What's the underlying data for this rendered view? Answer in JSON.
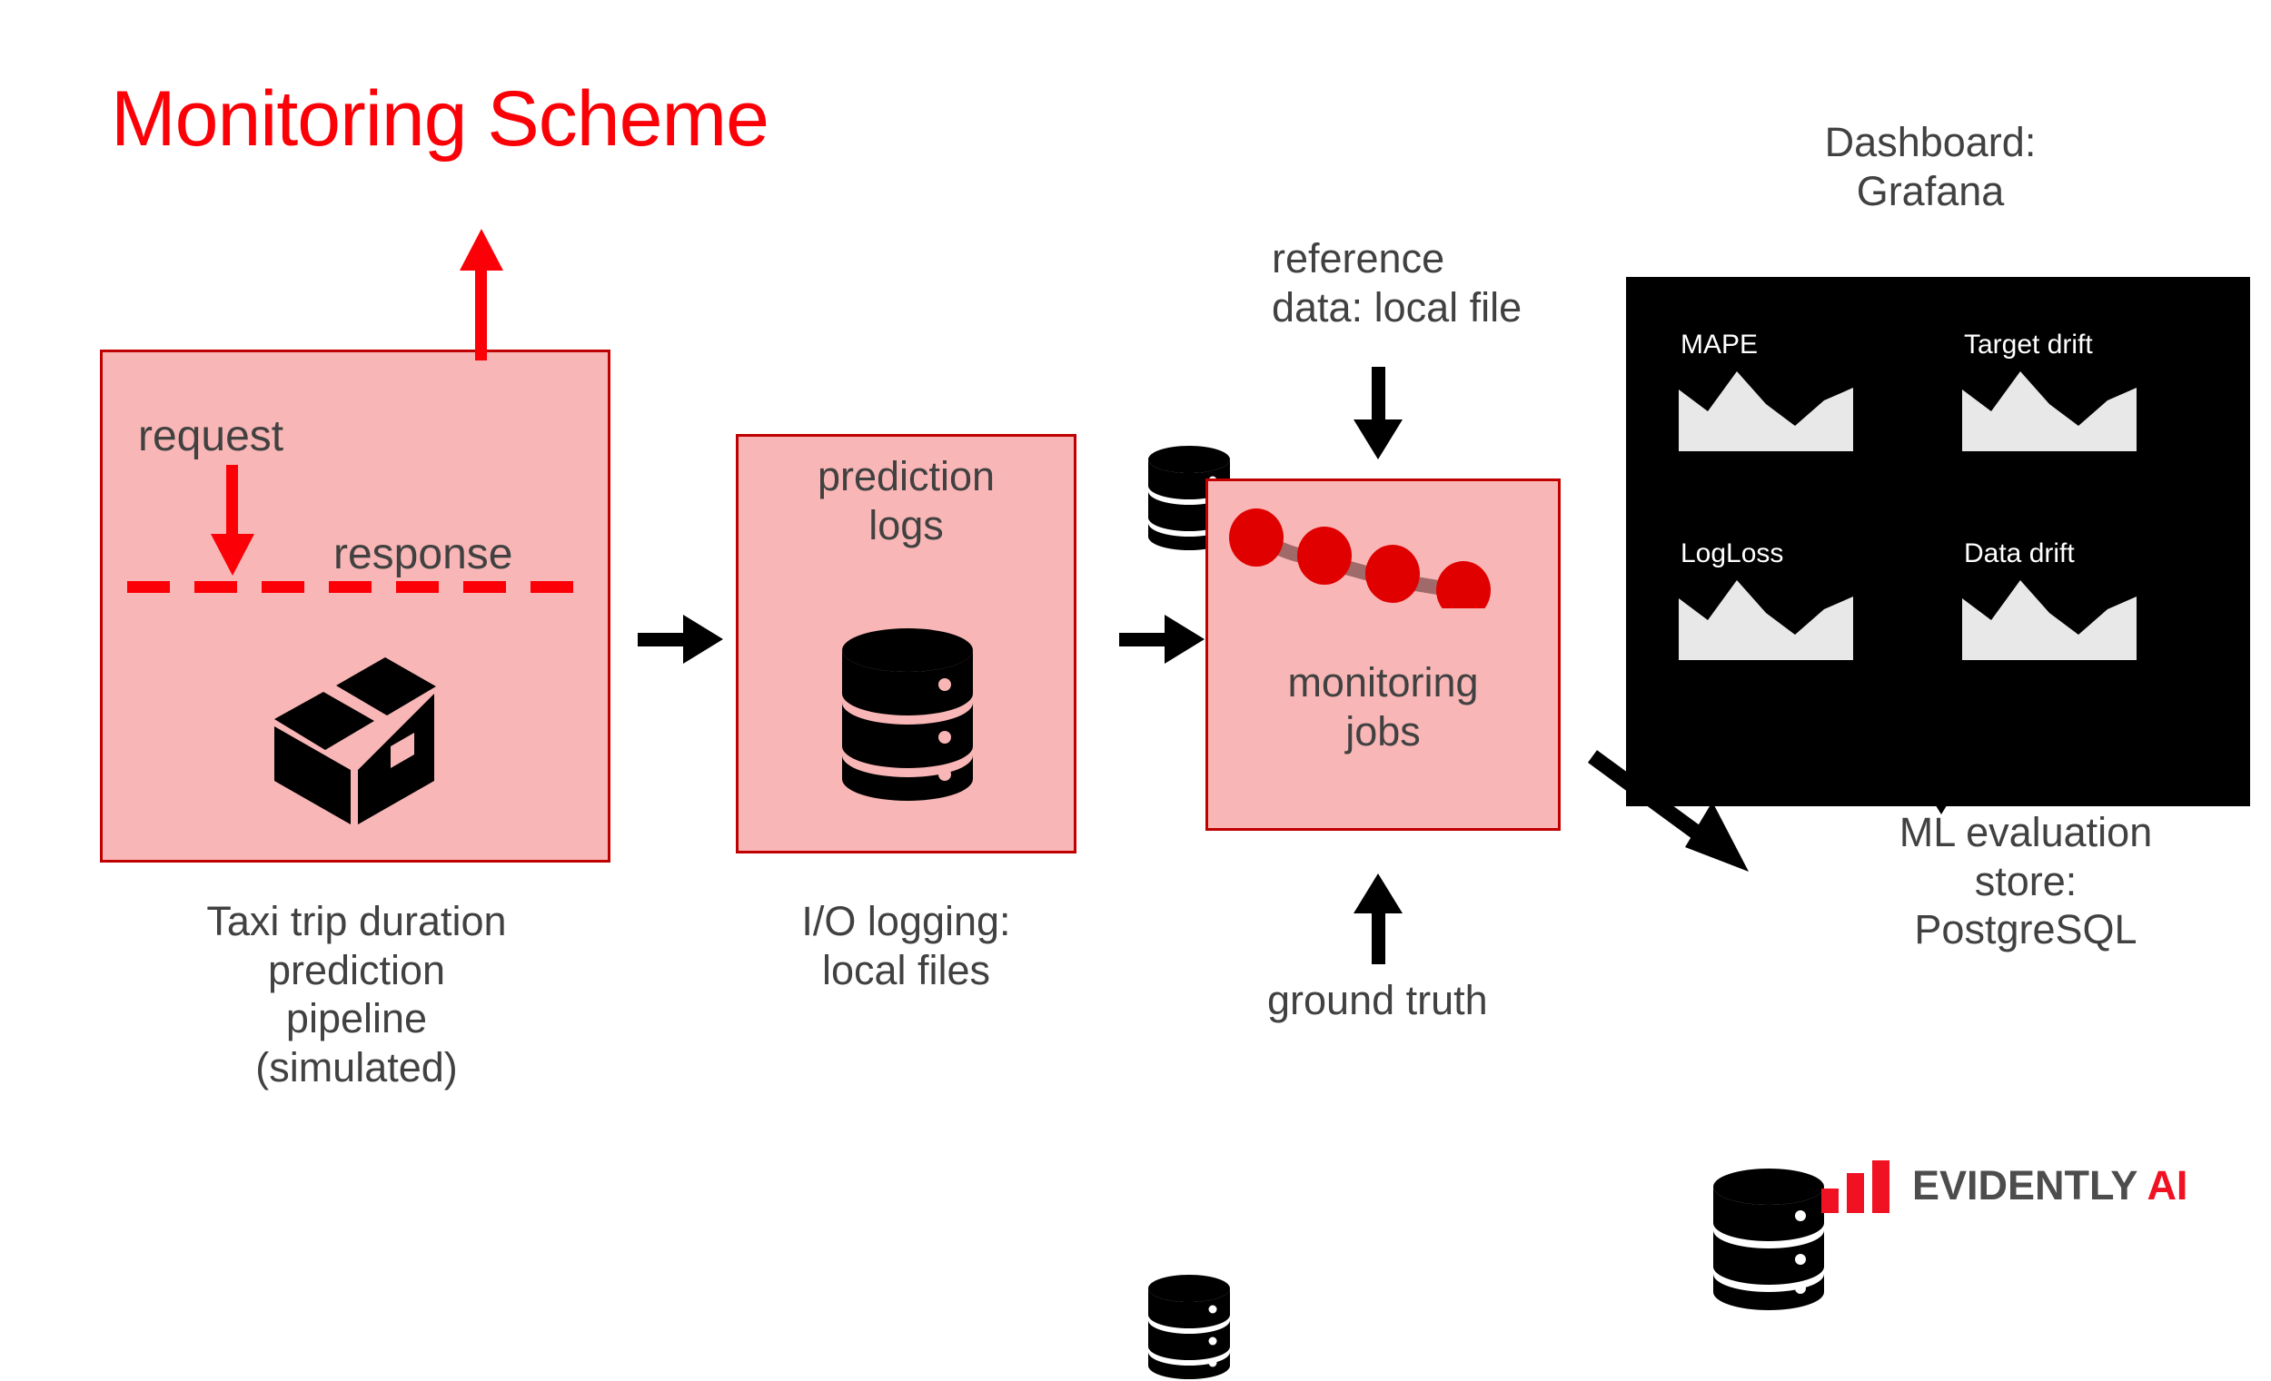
{
  "page": {
    "title": "Monitoring Scheme",
    "title_color": "#fb0007",
    "background": "#ffffff",
    "text_color": "#414141",
    "box_fill": "#f9b6b6",
    "box_border": "#c00000"
  },
  "pipeline": {
    "request_label": "request",
    "response_label": "response",
    "icon": "package-box-icon",
    "caption": "Taxi trip duration prediction pipeline (simulated)",
    "caption_lines": [
      "Taxi trip duration",
      "prediction",
      "pipeline",
      "(simulated)"
    ]
  },
  "prediction_logs": {
    "title_lines": [
      "prediction",
      "logs"
    ],
    "icon": "database-icon",
    "caption_lines": [
      "I/O logging:",
      "local files"
    ]
  },
  "monitoring": {
    "title_lines": [
      "monitoring",
      "jobs"
    ],
    "chart_icon": "line-chart-icon"
  },
  "reference_data": {
    "icon": "database-icon",
    "label_lines": [
      "reference",
      "data: local file"
    ]
  },
  "ground_truth": {
    "icon": "database-icon",
    "label": "ground truth"
  },
  "dashboard": {
    "caption_lines": [
      "Dashboard:",
      "Grafana"
    ],
    "background": "#000000",
    "panel_title_color": "#ffffff",
    "panels": [
      {
        "title": "MAPE"
      },
      {
        "title": "Target drift"
      },
      {
        "title": "LogLoss"
      },
      {
        "title": "Data drift"
      }
    ]
  },
  "ml_store": {
    "icon": "database-icon",
    "caption_lines": [
      "ML evaluation",
      "store:",
      "PostgreSQL"
    ]
  },
  "arrows": [
    {
      "name": "pipeline-to-prediction-logs",
      "direction": "right"
    },
    {
      "name": "prediction-logs-to-monitoring",
      "direction": "right"
    },
    {
      "name": "reference-data-to-monitoring",
      "direction": "down"
    },
    {
      "name": "ground-truth-to-monitoring",
      "direction": "up"
    },
    {
      "name": "monitoring-to-ml-store",
      "direction": "down-right"
    },
    {
      "name": "dashboard-to-ml-store",
      "direction": "down"
    },
    {
      "name": "request-into-service",
      "direction": "down",
      "color": "#fb0007"
    },
    {
      "name": "response-out-of-service",
      "direction": "up",
      "color": "#fb0007"
    }
  ],
  "logo": {
    "word": "EVIDENTLY",
    "suffix": "AI",
    "bar_color": "#f01122",
    "word_color": "#4d4d4d"
  },
  "chart_data": [
    {
      "type": "line",
      "name": "monitoring-jobs-sparkline",
      "x": [
        0,
        1,
        2,
        3
      ],
      "values": [
        3,
        2.4,
        1.9,
        1.3
      ],
      "marker_color": "#e00000",
      "line_color": "#a06a6a",
      "grid": false
    },
    {
      "type": "area",
      "title": "MAPE",
      "x": [
        0,
        1,
        2,
        3,
        4,
        5,
        6
      ],
      "values": [
        72,
        40,
        95,
        55,
        30,
        62,
        78
      ],
      "ylim": [
        0,
        100
      ],
      "grid": false,
      "series_color": "#e8e8e8"
    },
    {
      "type": "area",
      "title": "Target drift",
      "x": [
        0,
        1,
        2,
        3,
        4,
        5,
        6
      ],
      "values": [
        72,
        40,
        95,
        55,
        30,
        62,
        78
      ],
      "ylim": [
        0,
        100
      ],
      "grid": false,
      "series_color": "#e8e8e8"
    },
    {
      "type": "area",
      "title": "LogLoss",
      "x": [
        0,
        1,
        2,
        3,
        4,
        5,
        6
      ],
      "values": [
        72,
        40,
        95,
        55,
        30,
        62,
        78
      ],
      "ylim": [
        0,
        100
      ],
      "grid": false,
      "series_color": "#e8e8e8"
    },
    {
      "type": "area",
      "title": "Data drift",
      "x": [
        0,
        1,
        2,
        3,
        4,
        5,
        6
      ],
      "values": [
        72,
        40,
        95,
        55,
        30,
        62,
        78
      ],
      "ylim": [
        0,
        100
      ],
      "grid": false,
      "series_color": "#e8e8e8"
    }
  ]
}
